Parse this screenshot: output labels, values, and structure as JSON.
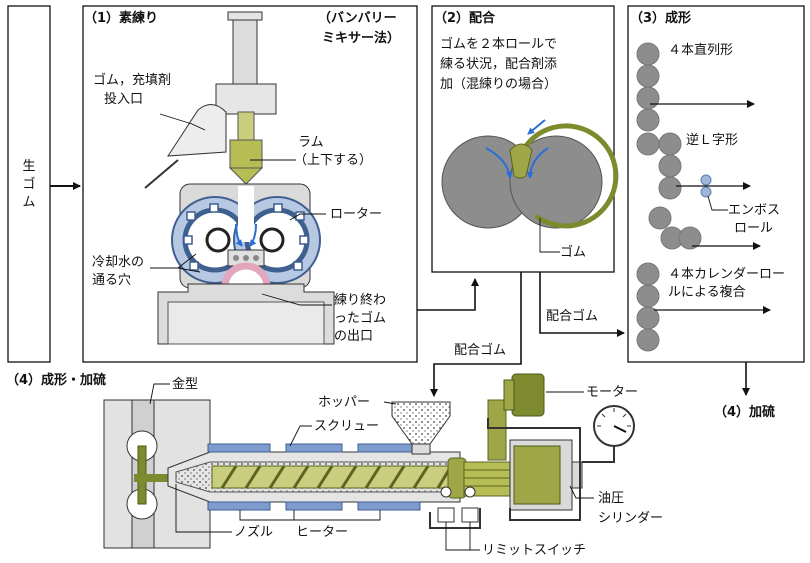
{
  "raw_rubber": [
    "生",
    "ゴ",
    "ム"
  ],
  "step1": {
    "title": "（1）素練り",
    "method_line1": "（バンバリー",
    "method_line2": "ミキサー法）",
    "inlet_line1": "ゴム，充填剤",
    "inlet_line2": "投入口",
    "ram_line1": "ラム",
    "ram_line2": "（上下する）",
    "rotor": "ローター",
    "cooling_line1": "冷却水の",
    "cooling_line2": "通る穴",
    "outlet_line1": "練り終わ",
    "outlet_line2": "ったゴム",
    "outlet_line3": "の出口"
  },
  "step2": {
    "title": "（2）配合",
    "desc_line1": "ゴムを２本ロールで",
    "desc_line2": "練る状況，配合剤添",
    "desc_line3": "加（混練りの場合）",
    "rubber": "ゴム"
  },
  "step3": {
    "title": "（3）成形",
    "straight": "４本直列形",
    "reverse_l": "逆Ｌ字形",
    "emboss_line1": "エンボス",
    "emboss_line2": "ロール",
    "calender_line1": "４本カレンダーロー",
    "calender_line2": "ルによる複合"
  },
  "compounded_rubber_1": "配合ゴム",
  "compounded_rubber_2": "配合ゴム",
  "step4": {
    "title": "（4）成形・加硫",
    "vulcanize": "（4）加硫",
    "mold": "金型",
    "hopper": "ホッパー",
    "screw": "スクリュー",
    "motor": "モーター",
    "hydraulic_line1": "油圧",
    "hydraulic_line2": "シリンダー",
    "nozzle": "ノズル",
    "heater": "ヒーター",
    "limit_switch": "リミットスイッチ"
  },
  "colors": {
    "blue": "#5d7fae",
    "blue_light": "#b7c8e2",
    "olive": "#7d8a2e",
    "olive_light": "#c9ce7e",
    "gray_roll": "#8d8d8d",
    "gray_body": "#d2d2d2",
    "pink": "#e3a7bd"
  }
}
